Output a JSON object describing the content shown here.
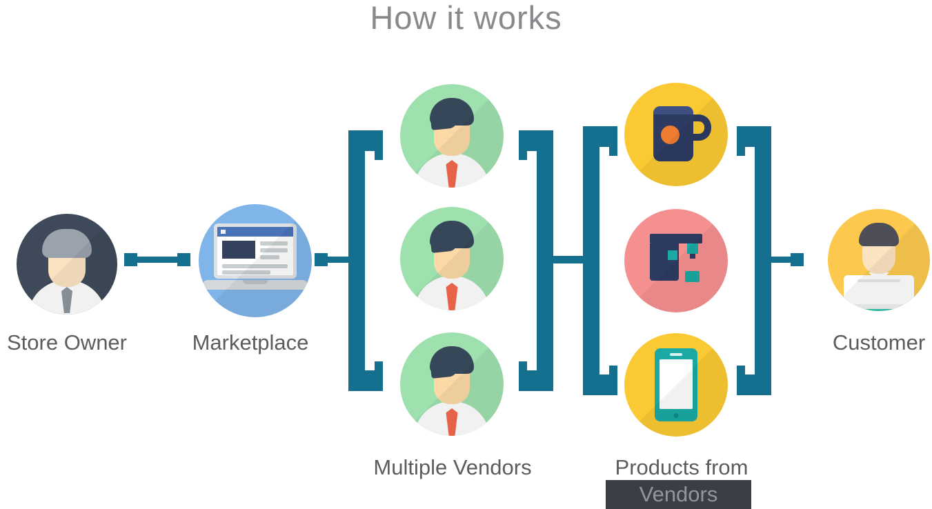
{
  "title": "How it works",
  "nodes": {
    "store_owner": {
      "label": "Store Owner",
      "icon": "store-owner-avatar"
    },
    "marketplace": {
      "label": "Marketplace",
      "icon": "laptop-storefront"
    },
    "multiple_vendors": {
      "label": "Multiple Vendors",
      "icon": "vendor-avatar",
      "count": 3
    },
    "products": {
      "label_line_1": "Products from",
      "label_line_2": "Vendors",
      "icons": [
        "coffee-mug",
        "3d-printer",
        "smartphone"
      ]
    },
    "customer": {
      "label": "Customer",
      "icon": "customer-avatar"
    }
  },
  "flow": [
    "Store Owner",
    "Marketplace",
    "Multiple Vendors",
    "Products from Vendors",
    "Customer"
  ],
  "colors": {
    "teal": "#15708f",
    "store_owner_bg": "#3e4a59",
    "marketplace_bg": "#7fb5e8",
    "vendor_bg": "#9fe0af",
    "product_yellow": "#fbc933",
    "product_pink": "#f59090",
    "customer_bg": "#fcc94e",
    "dark_navy": "#2d3b63",
    "accent_orange": "#ef7d31",
    "accent_teal": "#1aa9a4",
    "customer_shirt": "#2fc3ab",
    "tie_red": "#f3684c",
    "skin": "#fcd9a6",
    "skin_light": "#fbe3c2",
    "hair_dark": "#36475a",
    "hair_gray": "#9aa2ab",
    "text": "#5a5c5f",
    "title_text": "#87898c",
    "dark_box": "#3a3e45",
    "dark_box_text": "#94969b"
  }
}
